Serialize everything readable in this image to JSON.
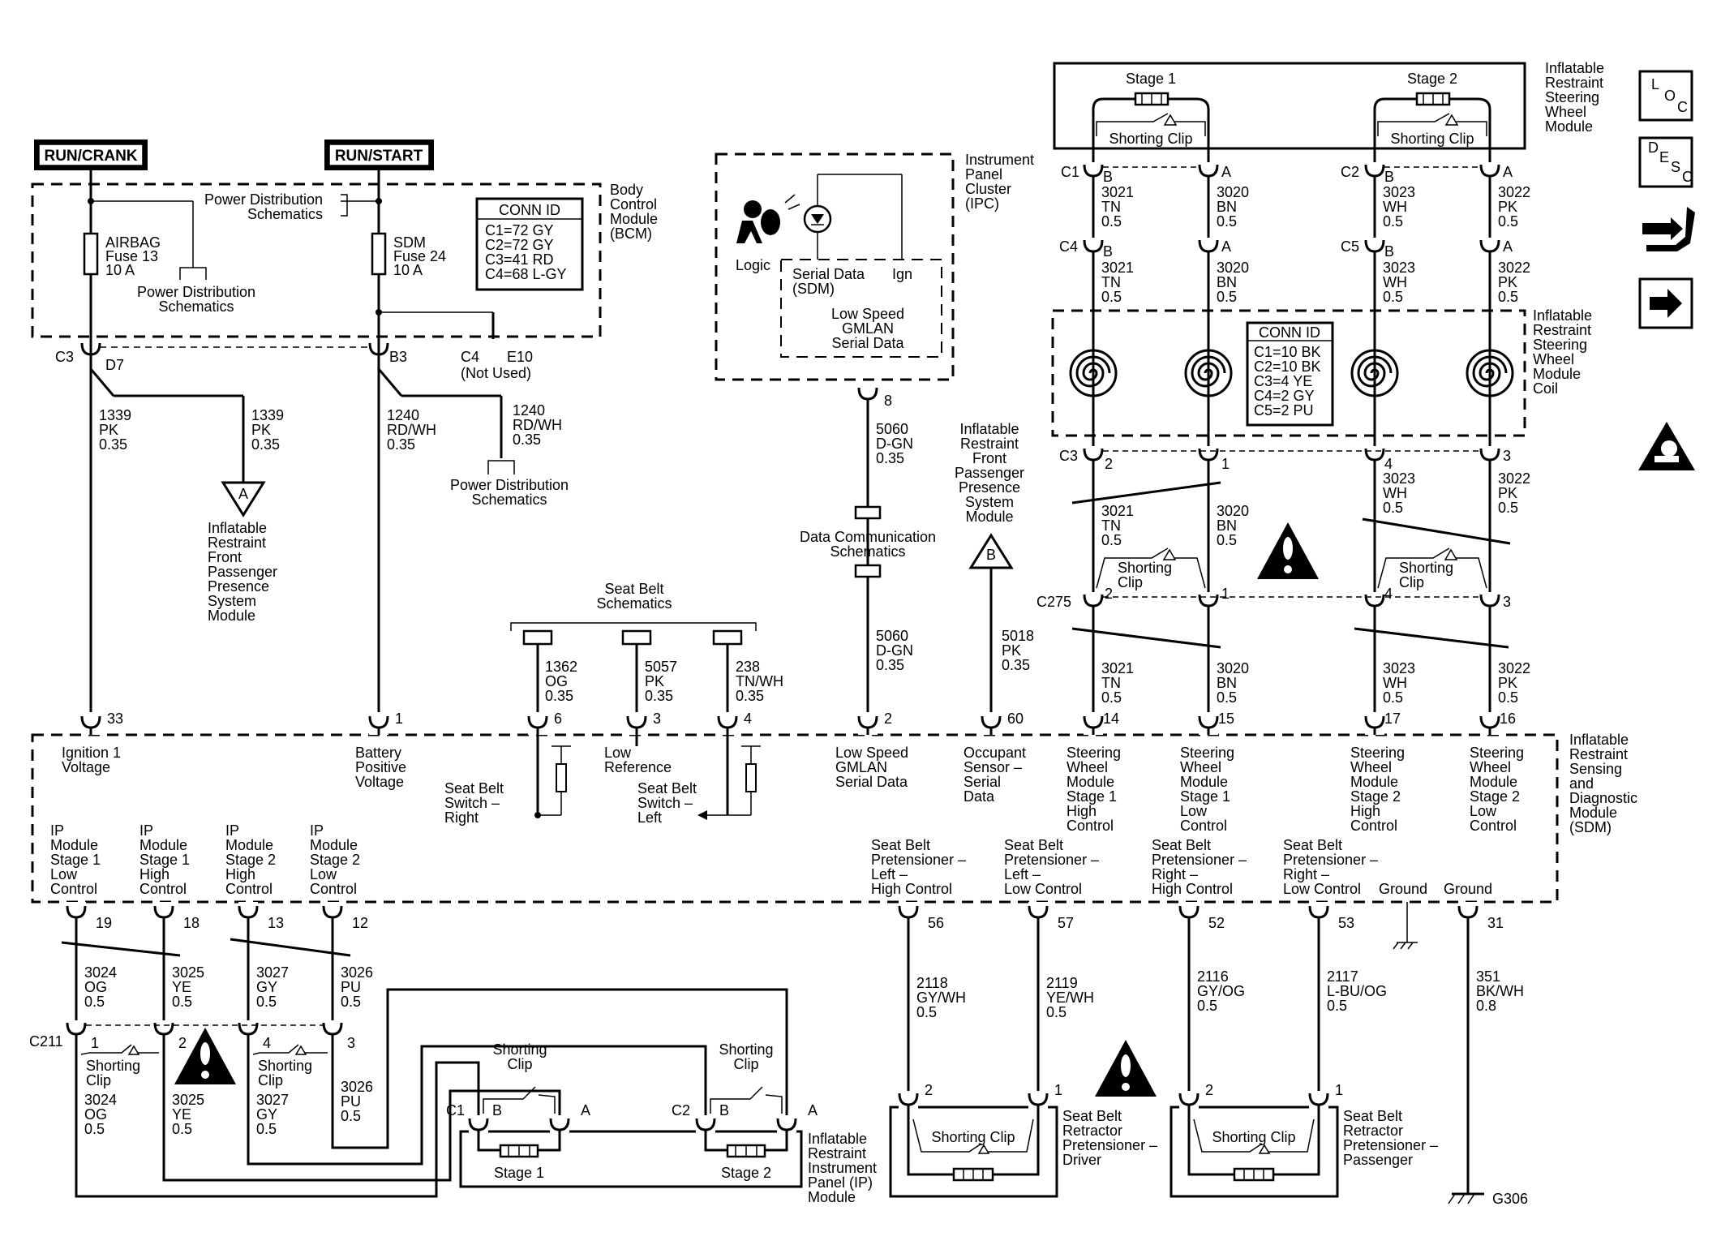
{
  "power": {
    "run_crank": "RUN/CRANK",
    "run_start": "RUN/START"
  },
  "bcm": {
    "name": [
      "Body",
      "Control",
      "Module",
      "(BCM)"
    ],
    "conn_id": {
      "title": "CONN ID",
      "items": [
        "C1=72 GY",
        "C2=72 GY",
        "C3=41 RD",
        "C4=68 L-GY"
      ]
    },
    "pds_top": [
      "Power Distribution",
      "Schematics"
    ],
    "pds_left": [
      "Power Distribution",
      "Schematics"
    ],
    "airbag_fuse": [
      "AIRBAG",
      "Fuse 13",
      "10 A"
    ],
    "sdm_fuse": [
      "SDM",
      "Fuse 24",
      "10 A"
    ],
    "c3": "C3",
    "d7": "D7",
    "b3": "B3",
    "c4": "C4",
    "e10": "E10",
    "not_used": "(Not Used)"
  },
  "wires_left": {
    "w1339_a": [
      "1339",
      "PK",
      "0.35"
    ],
    "w1339_b": [
      "1339",
      "PK",
      "0.35"
    ],
    "w1240_a": [
      "1240",
      "RD/WH",
      "0.35"
    ],
    "w1240_b": [
      "1240",
      "RD/WH",
      "0.35"
    ],
    "pds_bottom": [
      "Power Distribution",
      "Schematics"
    ],
    "ref_a": "A",
    "ref_a_text": [
      "Inflatable",
      "Restraint",
      "Front",
      "Passenger",
      "Presence",
      "System",
      "Module"
    ]
  },
  "ipc": {
    "name": [
      "Instrument",
      "Panel",
      "Cluster",
      "(IPC)"
    ],
    "logic": "Logic",
    "serial": [
      "Serial Data",
      "(SDM)"
    ],
    "ign": "Ign",
    "gmlan": [
      "Low Speed",
      "GMLAN",
      "Serial Data"
    ],
    "pin8": "8",
    "w5060_a": [
      "5060",
      "D-GN",
      "0.35"
    ],
    "w5060_b": [
      "5060",
      "D-GN",
      "0.35"
    ],
    "dcs": [
      "Data Communication",
      "Schematics"
    ]
  },
  "pps": {
    "name": [
      "Inflatable",
      "Restraint",
      "Front",
      "Passenger",
      "Presence",
      "System",
      "Module"
    ],
    "ref_b": "B",
    "w5018": [
      "5018",
      "PK",
      "0.35"
    ]
  },
  "seatbelt": {
    "title": [
      "Seat Belt",
      "Schematics"
    ],
    "w1362": [
      "1362",
      "OG",
      "0.35"
    ],
    "w5057": [
      "5057",
      "PK",
      "0.35"
    ],
    "w238": [
      "238",
      "TN/WH",
      "0.35"
    ],
    "sw_right": [
      "Seat Belt",
      "Switch –",
      "Right"
    ],
    "sw_left": [
      "Seat Belt",
      "Switch –",
      "Left"
    ]
  },
  "steering": {
    "module": [
      "Inflatable",
      "Restraint",
      "Steering",
      "Wheel",
      "Module"
    ],
    "coil": [
      "Inflatable",
      "Restraint",
      "Steering",
      "Wheel",
      "Module",
      "Coil"
    ],
    "stage1": "Stage 1",
    "stage2": "Stage 2",
    "shorting_clip": "Shorting Clip",
    "shorting": [
      "Shorting",
      "Clip"
    ],
    "conn_id": {
      "title": "CONN ID",
      "items": [
        "C1=10 BK",
        "C2=10 BK",
        "C3=4 YE",
        "C4=2 GY",
        "C5=2 PU"
      ]
    },
    "c1": "C1",
    "c2": "C2",
    "c3": "C3",
    "c4": "C4",
    "c5": "C5",
    "c275": "C275",
    "pin_a": "A",
    "pin_b": "B",
    "p1": "1",
    "p2": "2",
    "p3": "3",
    "p4": "4",
    "w3021": [
      "3021",
      "TN",
      "0.5"
    ],
    "w3020": [
      "3020",
      "BN",
      "0.5"
    ],
    "w3023": [
      "3023",
      "WH",
      "0.5"
    ],
    "w3022": [
      "3022",
      "PK",
      "0.5"
    ]
  },
  "sdm": {
    "name": [
      "Inflatable",
      "Restraint",
      "Sensing",
      "and",
      "Diagnostic",
      "Module",
      "(SDM)"
    ],
    "top_pins": [
      "33",
      "1",
      "6",
      "3",
      "4",
      "2",
      "60",
      "14",
      "15",
      "17",
      "16"
    ],
    "bottom_pins": [
      "19",
      "18",
      "13",
      "12",
      "56",
      "57",
      "52",
      "53",
      "31"
    ],
    "ign1": [
      "Ignition 1",
      "Voltage"
    ],
    "batt": [
      "Battery",
      "Positive",
      "Voltage"
    ],
    "low_ref": [
      "Low",
      "Reference"
    ],
    "gmlan": [
      "Low Speed",
      "GMLAN",
      "Serial Data"
    ],
    "occ": [
      "Occupant",
      "Sensor –",
      "Serial",
      "Data"
    ],
    "sw1h": [
      "Steering",
      "Wheel",
      "Module",
      "Stage 1",
      "High",
      "Control"
    ],
    "sw1l": [
      "Steering",
      "Wheel",
      "Module",
      "Stage 1",
      "Low",
      "Control"
    ],
    "sw2h": [
      "Steering",
      "Wheel",
      "Module",
      "Stage 2",
      "High",
      "Control"
    ],
    "sw2l": [
      "Steering",
      "Wheel",
      "Module",
      "Stage 2",
      "Low",
      "Control"
    ],
    "ip1l": [
      "IP",
      "Module",
      "Stage 1",
      "Low",
      "Control"
    ],
    "ip1h": [
      "IP",
      "Module",
      "Stage 1",
      "High",
      "Control"
    ],
    "ip2h": [
      "IP",
      "Module",
      "Stage 2",
      "High",
      "Control"
    ],
    "ip2l": [
      "IP",
      "Module",
      "Stage 2",
      "Low",
      "Control"
    ],
    "sbl_h": [
      "Seat Belt",
      "Pretensioner –",
      "Left –",
      "High Control"
    ],
    "sbl_l": [
      "Seat Belt",
      "Pretensioner –",
      "Left –",
      "Low Control"
    ],
    "sbr_h": [
      "Seat Belt",
      "Pretensioner –",
      "Right –",
      "High Control"
    ],
    "sbr_l": [
      "Seat Belt",
      "Pretensioner –",
      "Right –",
      "Low Control"
    ],
    "ground": "Ground"
  },
  "ip_module": {
    "name": [
      "Inflatable",
      "Restraint",
      "Instrument",
      "Panel (IP)",
      "Module"
    ],
    "c211": "C211",
    "w3024": [
      "3024",
      "OG",
      "0.5"
    ],
    "w3025": [
      "3025",
      "YE",
      "0.5"
    ],
    "w3027": [
      "3027",
      "GY",
      "0.5"
    ],
    "w3026": [
      "3026",
      "PU",
      "0.5"
    ],
    "p1": "1",
    "p2": "2",
    "p3": "3",
    "p4": "4",
    "shorting": [
      "Shorting",
      "Clip"
    ],
    "c1": "C1",
    "c2": "C2",
    "pin_a": "A",
    "pin_b": "B",
    "stage1": "Stage 1",
    "stage2": "Stage 2"
  },
  "pretensioners": {
    "w2118": [
      "2118",
      "GY/WH",
      "0.5"
    ],
    "w2119": [
      "2119",
      "YE/WH",
      "0.5"
    ],
    "w2116": [
      "2116",
      "GY/OG",
      "0.5"
    ],
    "w2117": [
      "2117",
      "L-BU/OG",
      "0.5"
    ],
    "w351": [
      "351",
      "BK/WH",
      "0.8"
    ],
    "driver": [
      "Seat Belt",
      "Retractor",
      "Pretensioner –",
      "Driver"
    ],
    "passenger": [
      "Seat Belt",
      "Retractor",
      "Pretensioner –",
      "Passenger"
    ],
    "shorting_clip": "Shorting Clip",
    "p1": "1",
    "p2": "2",
    "g306": "G306"
  },
  "side_icons": [
    "loc-icon",
    "desc-icon",
    "schematic-icon",
    "next-arrow-icon",
    "caution-icon"
  ],
  "loc": [
    "L",
    "O",
    "C"
  ],
  "desc": [
    "D",
    "E",
    "S",
    "C"
  ]
}
